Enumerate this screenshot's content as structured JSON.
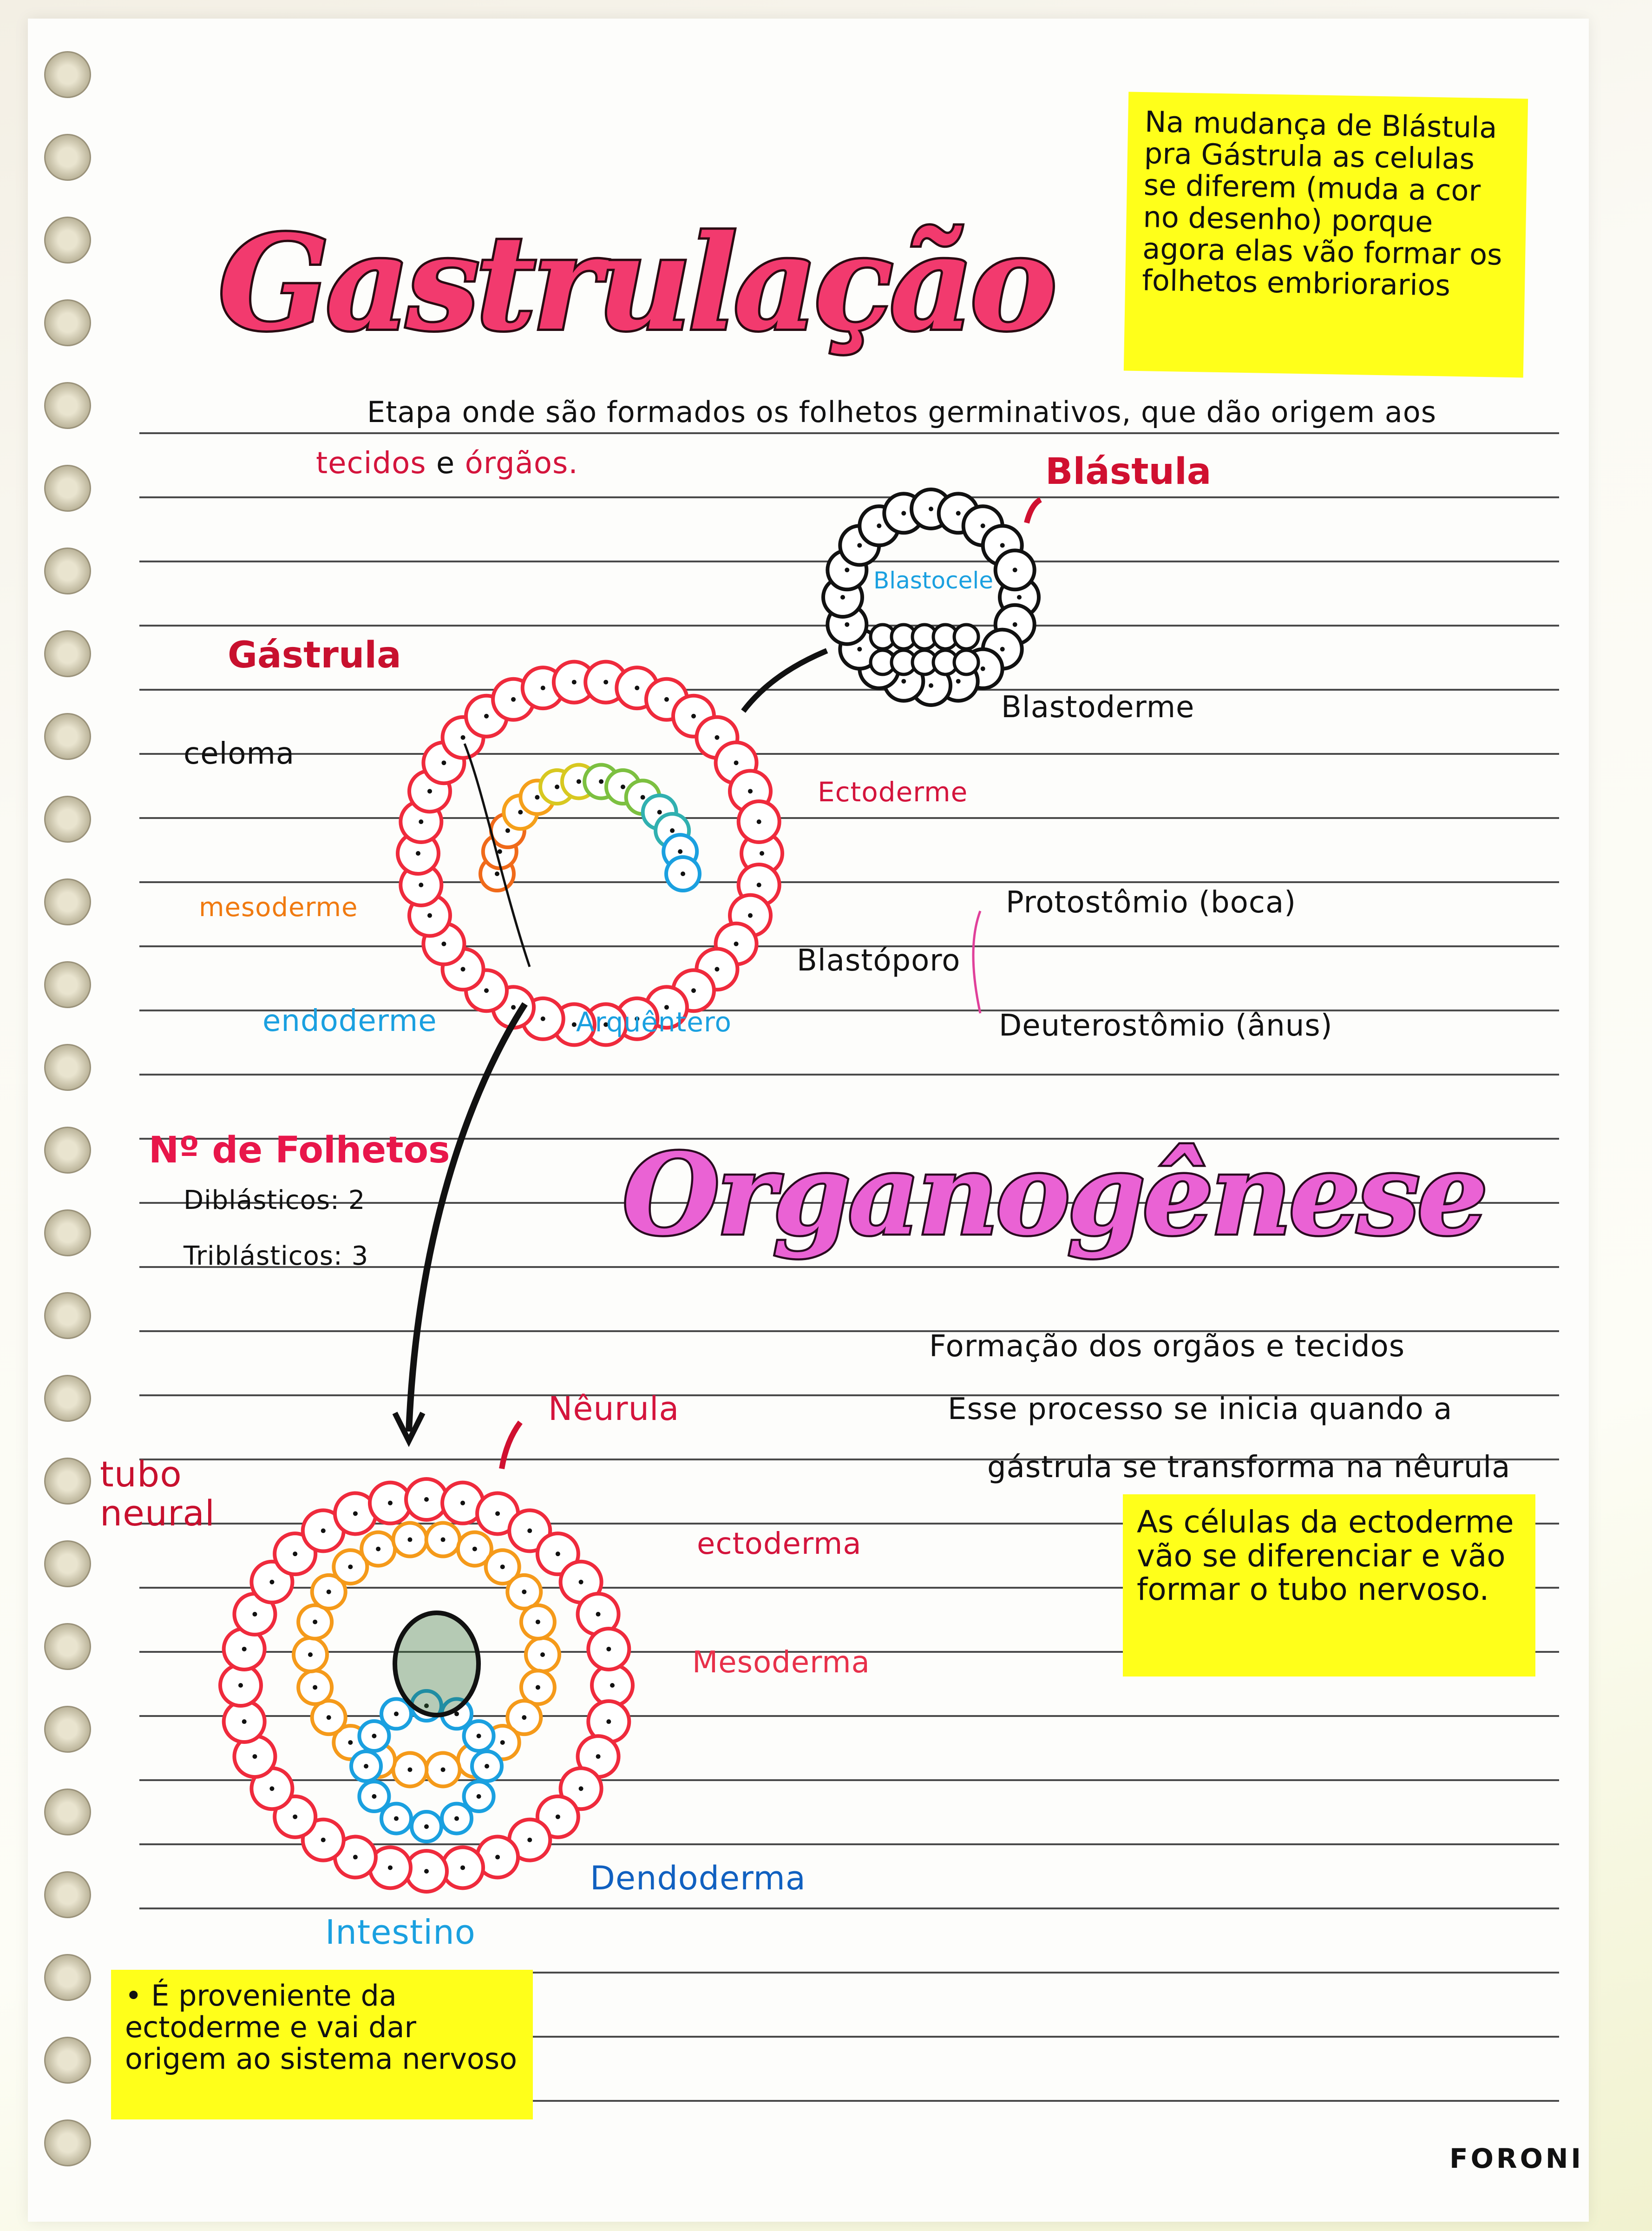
{
  "title": "Gastrulação",
  "subtitle": {
    "line1": "Etapa onde são formados os folhetos germinativos, que dão origem aos",
    "tecidos": "tecidos",
    "e": "e",
    "orgaos": "órgãos."
  },
  "note_top": "Na mudança de Blástula pra Gástrula as celulas se diferem (muda a cor no desenho) porque agora elas vão formar os folhetos embriorarios",
  "blastula": {
    "label": "Blástula",
    "blastocele": "Blastocele",
    "blastoderme": "Blastoderme"
  },
  "gastrula": {
    "label": "Gástrula",
    "celoma": "celoma",
    "ectoderme": "Ectoderme",
    "mesoderme": "mesoderme",
    "endoderme": "endoderme",
    "arquentero": "Arquêntero",
    "blastoporo": "Blastóporo",
    "protostomio": "Protostômio (boca)",
    "deuterostomio": "Deuterostômio (ânus)"
  },
  "folhetos": {
    "heading": "Nº de Folhetos",
    "diblasticos": "Diblásticos: 2",
    "triblasticos": "Triblásticos: 3"
  },
  "organogenese": {
    "title": "Organogênese",
    "bullet1": "Formação dos orgãos e tecidos",
    "bullet2_line1": "Esse processo se inicia quando a",
    "bullet2_line2": "gástrula se transforma na nêurula",
    "note": "As células da ectoderme vão se diferenciar e vão formar o tubo nervoso."
  },
  "neurula": {
    "label": "Nêurula",
    "tubo_neural": "tubo neural",
    "ectoderma": "ectoderma",
    "mesoderma": "Mesoderma",
    "endoderma": "Dendoderma",
    "intestino": "Intestino",
    "note": "• É proveniente da ectoderme e vai dar origem ao sistema nervoso"
  },
  "signature": "FORONI",
  "colors": {
    "title_pink": "#f23a6e",
    "organogenese_pink": "#ea62d4",
    "highlighter_yellow": "#ffff1a",
    "ectoderm_red": "#ef2a3c",
    "mesoderm_orange": "#f59a1a",
    "endoderm_blue": "#1aa0e0"
  }
}
